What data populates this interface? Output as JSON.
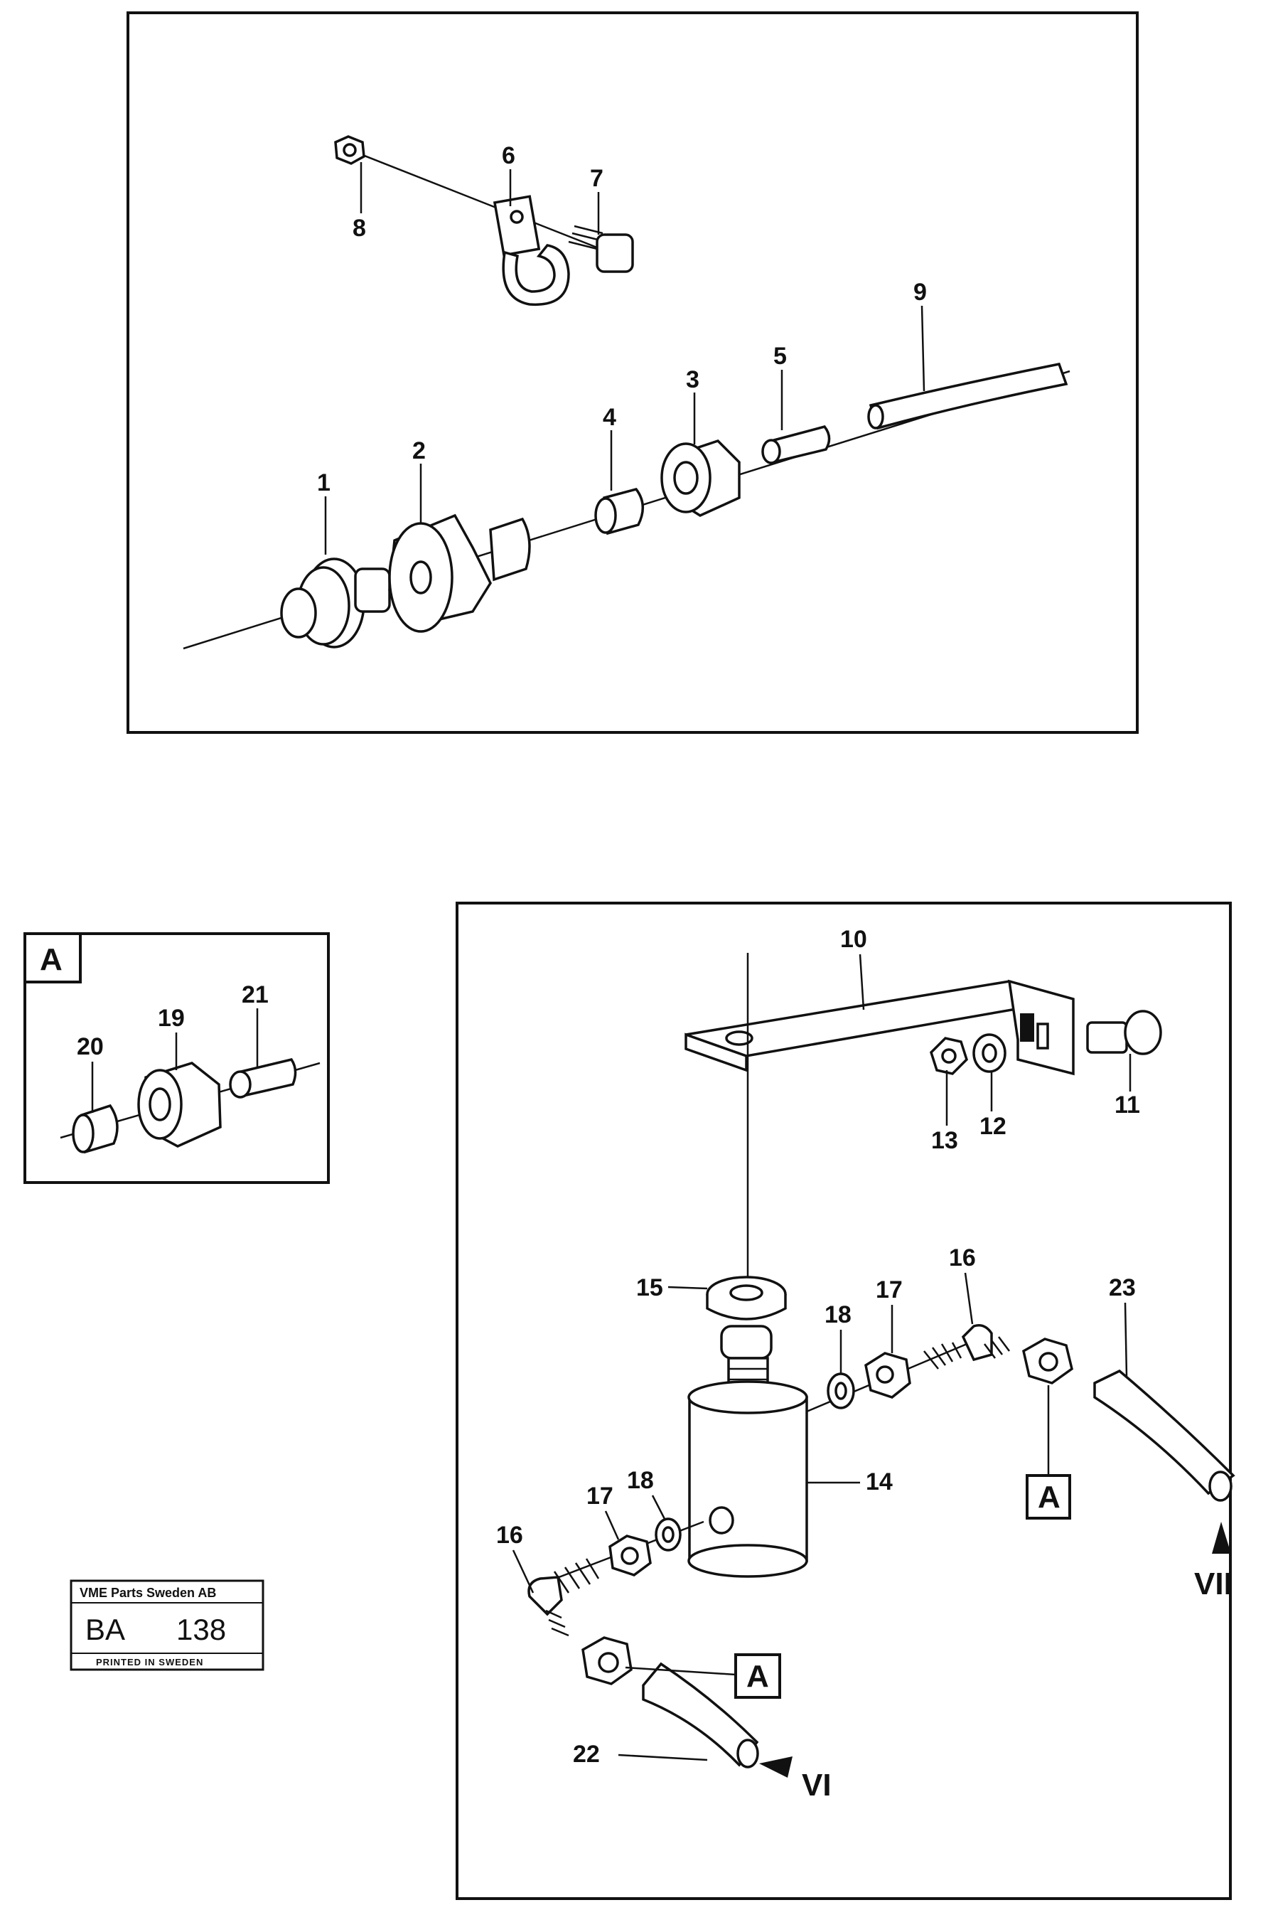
{
  "diagram": {
    "top_parts": [
      "1",
      "2",
      "3",
      "4",
      "5",
      "6",
      "7",
      "8",
      "9"
    ],
    "bottom_parts": [
      "10",
      "11",
      "12",
      "13",
      "14",
      "15",
      "16",
      "17",
      "18",
      "16",
      "17",
      "18",
      "22",
      "23"
    ],
    "detail_label": "A",
    "detail_parts": [
      "19",
      "20",
      "21"
    ],
    "callout_a_right": "A",
    "callout_a_left": "A",
    "arrow_vi": "VI",
    "arrow_vii": "VII"
  },
  "stamp": {
    "company": "VME Parts Sweden AB",
    "code": "BA",
    "number": "138",
    "printed": "PRINTED IN SWEDEN"
  }
}
